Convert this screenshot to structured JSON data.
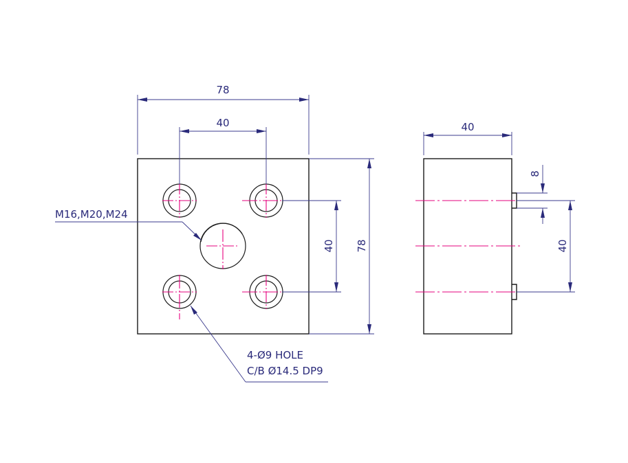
{
  "colors": {
    "outline": "#1a1a1a",
    "centerline": "#e6007e",
    "dimension": "#2a2a7a"
  },
  "front_view": {
    "dim_width": "78",
    "dim_hole_spacing_x": "40",
    "dim_hole_spacing_y": "40",
    "dim_height": "78",
    "label_center_thread": "M16,M20,M24",
    "label_holes_line1": "4-Ø9 HOLE",
    "label_holes_line2": "C/B Ø14.5 DP9"
  },
  "side_view": {
    "dim_thickness": "40",
    "dim_counterbore_depth": "8",
    "dim_hole_spacing": "40"
  }
}
